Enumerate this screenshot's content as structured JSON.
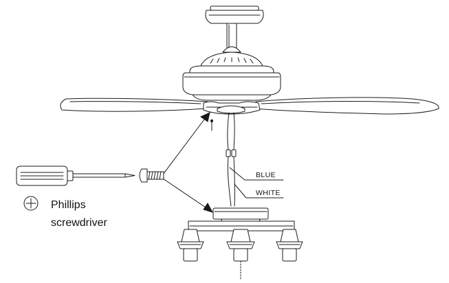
{
  "labels": {
    "tool_line1": "Phillips",
    "tool_line2": "screwdriver",
    "wire_blue": "BLUE",
    "wire_white": "WHITE"
  },
  "icons": {
    "tool_symbol": "phillips-head-icon",
    "screw": "screw-icon",
    "screwdriver": "screwdriver-icon"
  }
}
